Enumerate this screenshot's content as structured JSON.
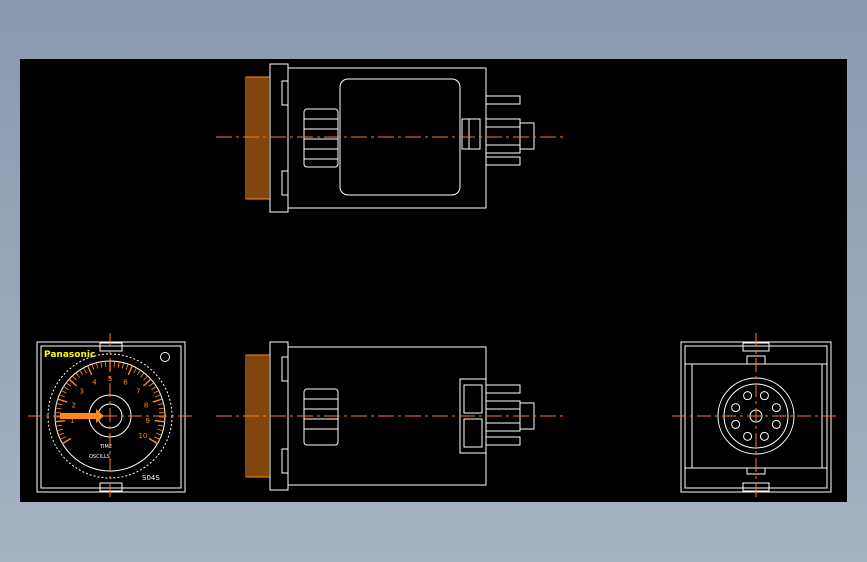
{
  "colors": {
    "background": "#000000",
    "frame": "#ffffff",
    "knob": "#ff8c1a",
    "centerline": "#ff7a1a",
    "brand": "#ffff00",
    "desktop": "#98a6b8"
  },
  "front_view": {
    "brand": "Panasonic",
    "dial_numbers": [
      "1",
      "2",
      "3",
      "4",
      "5",
      "6",
      "7",
      "8",
      "9",
      "10"
    ],
    "label_time": "TIME",
    "label_scale": "OSCILLS",
    "model": "S04S"
  }
}
